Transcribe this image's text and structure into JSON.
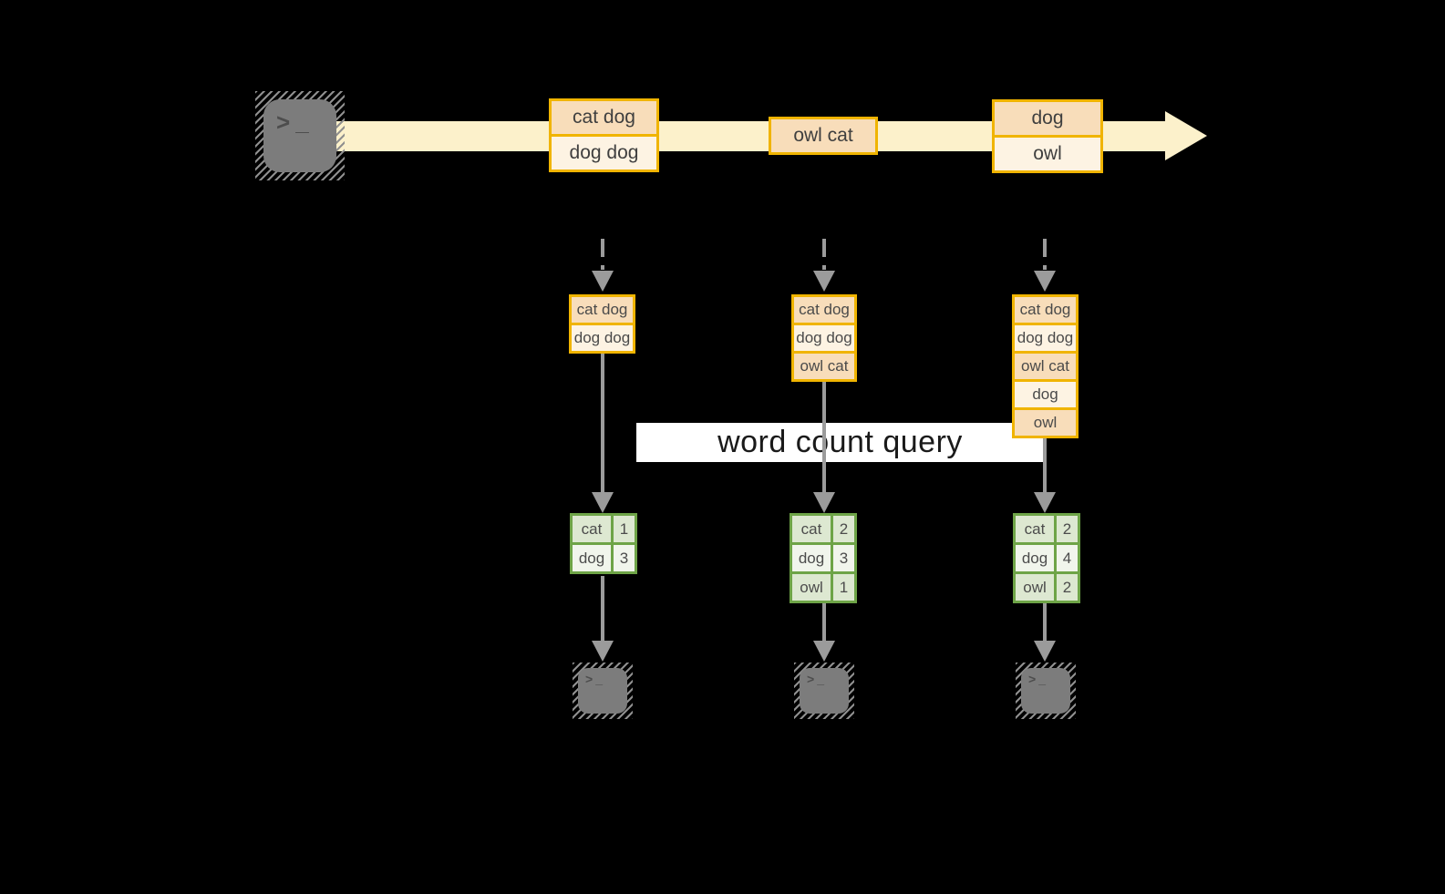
{
  "query_band": {
    "label": "word count query"
  },
  "stream": {
    "messages": [
      {
        "rows": [
          "cat dog",
          "dog dog"
        ]
      },
      {
        "rows": [
          "owl cat"
        ]
      },
      {
        "rows": [
          "dog",
          "owl"
        ]
      }
    ]
  },
  "columns": [
    {
      "buffer": [
        "cat dog",
        "dog dog"
      ],
      "counts": [
        {
          "word": "cat",
          "count": "1"
        },
        {
          "word": "dog",
          "count": "3"
        }
      ]
    },
    {
      "buffer": [
        "cat dog",
        "dog dog",
        "owl cat"
      ],
      "counts": [
        {
          "word": "cat",
          "count": "2"
        },
        {
          "word": "dog",
          "count": "3"
        },
        {
          "word": "owl",
          "count": "1"
        }
      ]
    },
    {
      "buffer": [
        "cat dog",
        "dog dog",
        "owl cat",
        "dog",
        "owl"
      ],
      "counts": [
        {
          "word": "cat",
          "count": "2"
        },
        {
          "word": "dog",
          "count": "4"
        },
        {
          "word": "owl",
          "count": "2"
        }
      ]
    }
  ],
  "icons": {
    "terminal_prompt": ">",
    "terminal_cursor": "_"
  },
  "colors": {
    "background": "#000000",
    "stream_band": "#fcf1cb",
    "box_border": "#f0b400",
    "box_fill_dark": "#f8ddba",
    "box_fill_light": "#fdf3e3",
    "table_border": "#6ea447",
    "table_fill_dark": "#dde8d1",
    "table_fill_light": "#f1f5ec",
    "arrow_gray": "#9b9b9b",
    "query_band_bg": "#ffffff"
  }
}
